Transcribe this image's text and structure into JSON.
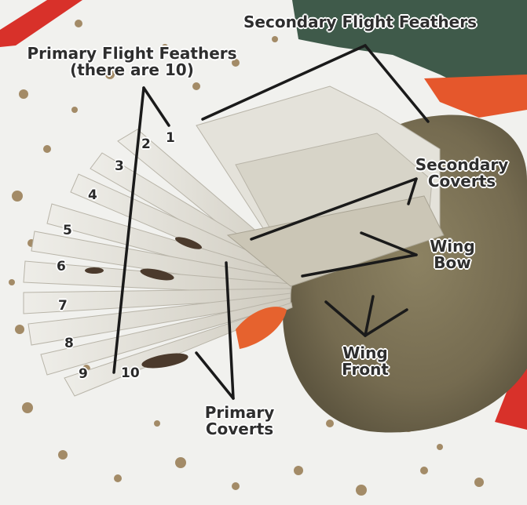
{
  "labels": {
    "secondary_flight": "Secondary Flight Feathers",
    "primary_flight_line1": "Primary Flight Feathers",
    "primary_flight_line2": "(there are 10)",
    "secondary_coverts_line1": "Secondary",
    "secondary_coverts_line2": "Coverts",
    "wing_bow_line1": "Wing",
    "wing_bow_line2": "Bow",
    "wing_front_line1": "Wing",
    "wing_front_line2": "Front",
    "primary_coverts_line1": "Primary",
    "primary_coverts_line2": "Coverts"
  },
  "feather_numbers": [
    "1",
    "2",
    "3",
    "4",
    "5",
    "6",
    "7",
    "8",
    "9",
    "10"
  ],
  "colors": {
    "snow": "#f3f3f1",
    "feather": "#dcdad2",
    "body_brown": "#7d7356",
    "jacket_green": "#3f5a4a",
    "red_accent": "#d8312a",
    "orange_leg": "#e6622e",
    "pointer_line": "#1a1a1a"
  }
}
